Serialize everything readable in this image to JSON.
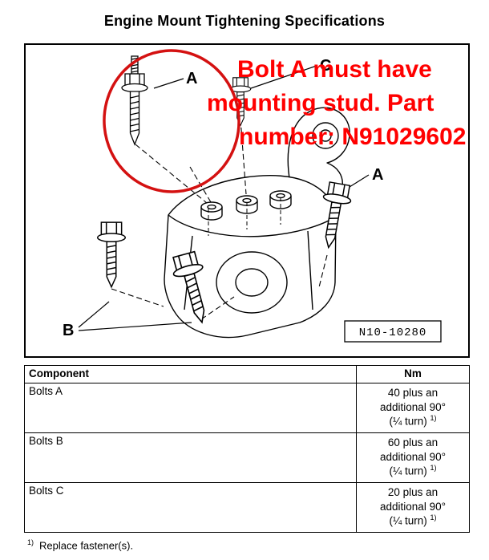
{
  "page": {
    "title": "Engine Mount Tightening Specifications"
  },
  "diagram": {
    "labels": {
      "bolt_a_top": "A",
      "bolt_c": "C",
      "bolt_a_right": "A",
      "bolt_b": "B"
    },
    "ref_number": "N10-10280",
    "annotation": {
      "line1": "Bolt A must have",
      "line2": "mounting stud. Part",
      "line3": "number: N91029602"
    }
  },
  "colors": {
    "annotation_red": "#ff0000",
    "circle_red": "#d41111"
  },
  "table": {
    "headers": [
      "Component",
      "Nm"
    ],
    "rows": [
      {
        "component": "Bolts A",
        "nm": [
          "40 plus an",
          "additional 90°",
          "(¼ turn)"
        ]
      },
      {
        "component": "Bolts B",
        "nm": [
          "60 plus an",
          "additional 90°",
          "(¼ turn)"
        ]
      },
      {
        "component": "Bolts C",
        "nm": [
          "20 plus an",
          "additional 90°",
          "(¼ turn)"
        ]
      }
    ]
  },
  "footnote": {
    "marker": "1)",
    "text": "Replace fastener(s)."
  }
}
